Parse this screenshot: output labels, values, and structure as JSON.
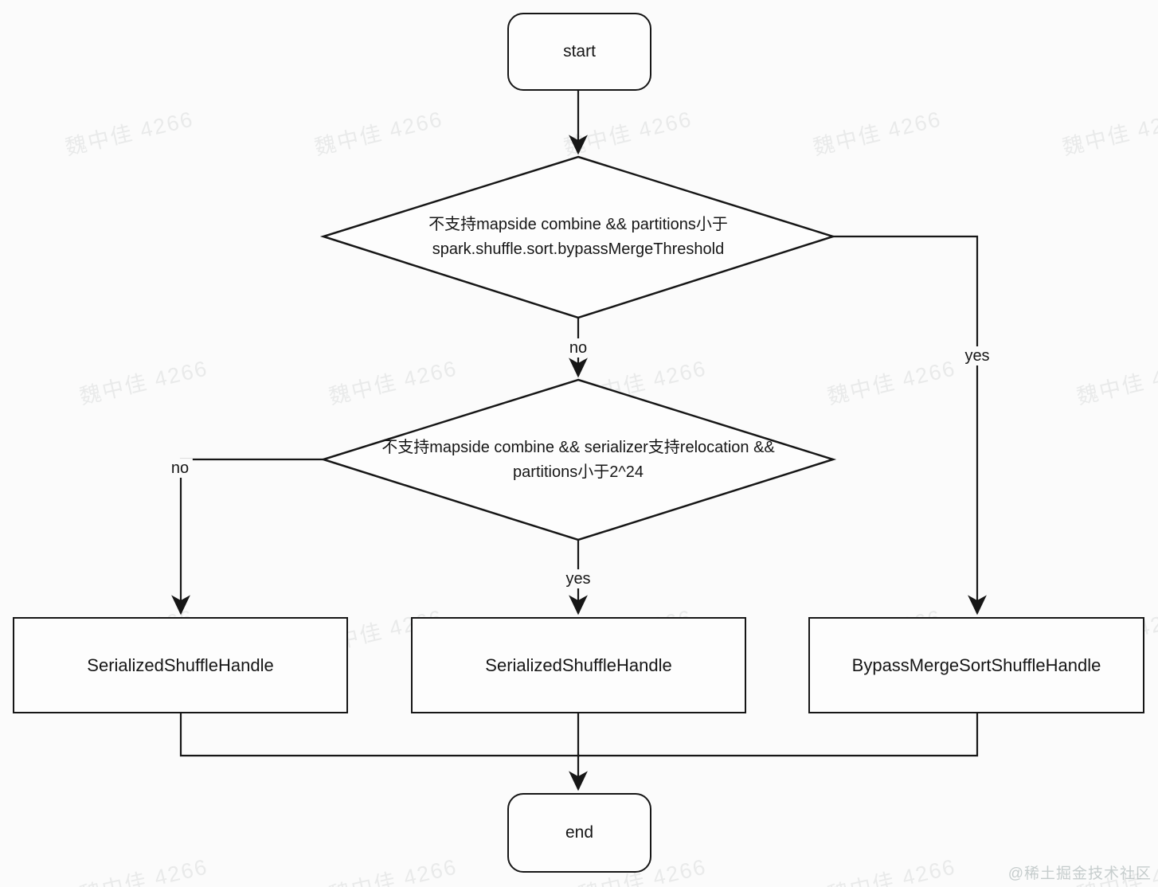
{
  "diagram": {
    "nodes": {
      "start": {
        "label": "start",
        "type": "terminator"
      },
      "decision1": {
        "line1": "不支持mapside combine &&  partitions小于",
        "line2": "spark.shuffle.sort.bypassMergeThreshold",
        "type": "decision"
      },
      "decision2": {
        "line1": "不支持mapside combine &&  serializer支持relocation &&",
        "line2": "partitions小于2^24",
        "type": "decision"
      },
      "box_left": {
        "label": "SerializedShuffleHandle",
        "type": "process"
      },
      "box_middle": {
        "label": "SerializedShuffleHandle",
        "type": "process"
      },
      "box_right": {
        "label": "BypassMergeSortShuffleHandle",
        "type": "process"
      },
      "end": {
        "label": "end",
        "type": "terminator"
      }
    },
    "edge_labels": {
      "decision1_no": "no",
      "decision1_yes": "yes",
      "decision2_no": "no",
      "decision2_yes": "yes"
    },
    "colors": {
      "stroke": "#161616",
      "background": "#fbfbfb",
      "watermark": "#e8eaea"
    }
  },
  "watermark": {
    "text": "魏中佳 4266",
    "credit": "@稀土掘金技术社区"
  }
}
